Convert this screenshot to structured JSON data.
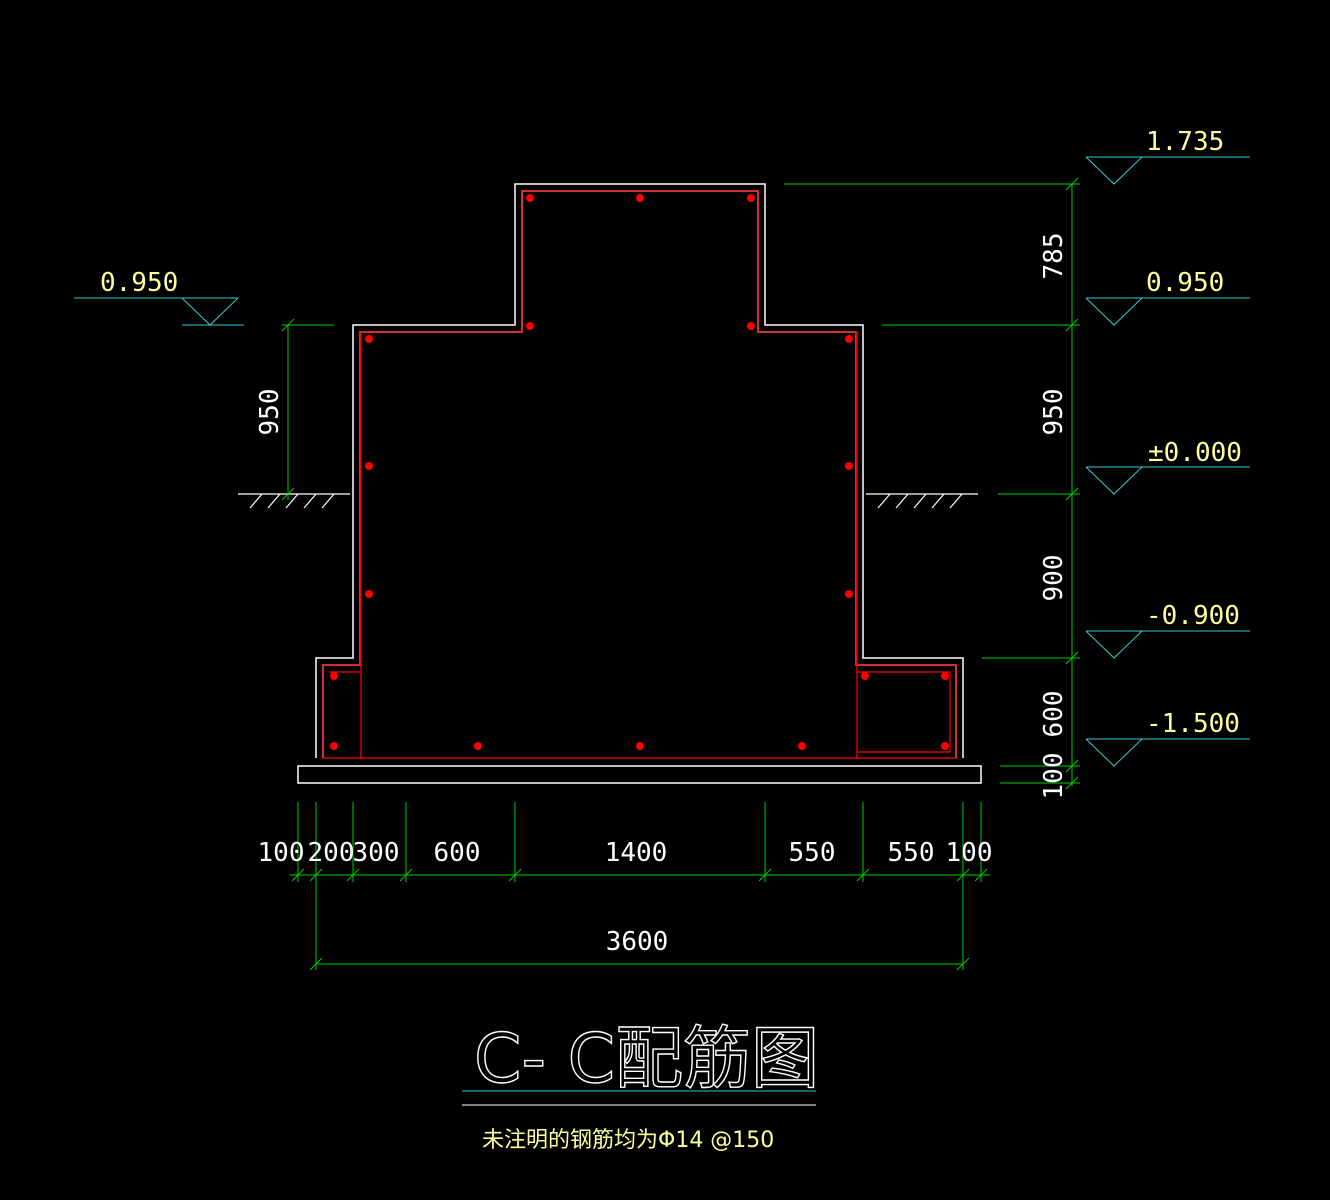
{
  "title": "C- C配筋图",
  "note": "未注明的钢筋均为Φ14 @150",
  "colors": {
    "background": "#000000",
    "outline": "#ffffff",
    "rebar": "#ff0000",
    "dimension": "#00cc00",
    "level_line": "#33cccc",
    "level_text": "#ffff99"
  },
  "levels_right": [
    {
      "label": "1.735"
    },
    {
      "label": "0.950"
    },
    {
      "label": "±0.000"
    },
    {
      "label": "-0.900"
    },
    {
      "label": "-1.500"
    }
  ],
  "level_left": {
    "label": "0.950"
  },
  "dims_vertical_right": [
    "785",
    "950",
    "900",
    "600",
    "100"
  ],
  "dim_vertical_left": "950",
  "dims_horizontal": [
    "100",
    "200",
    "300",
    "600",
    "1400",
    "550",
    "550",
    "100"
  ],
  "dim_total": "3600"
}
